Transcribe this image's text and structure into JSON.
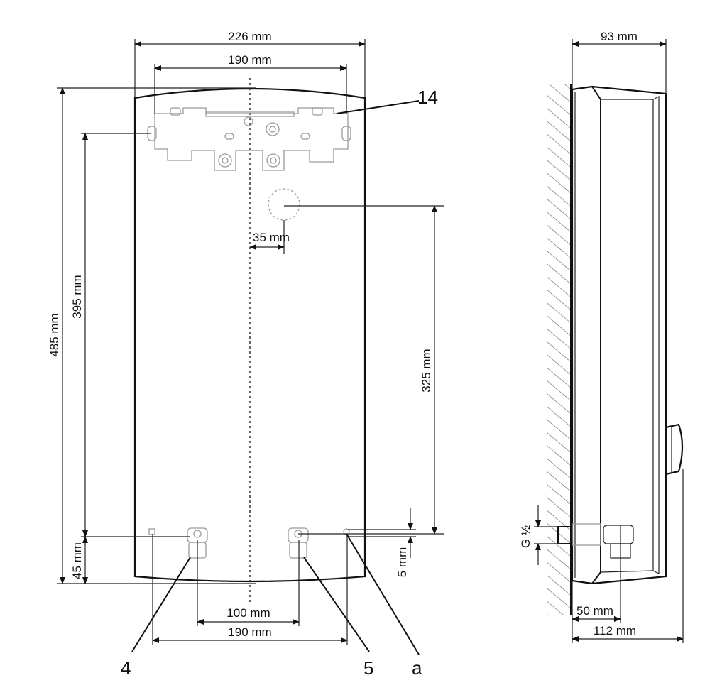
{
  "front_view": {
    "width_outer": "226 mm",
    "width_bracket": "190 mm",
    "height_total": "485 mm",
    "height_bracket": "395 mm",
    "height_connection": "325 mm",
    "offset_center": "35 mm",
    "bottom_connection": "45 mm",
    "connection_offset": "5 mm",
    "spacing_inner": "100 mm",
    "spacing_outer": "190 mm"
  },
  "side_view": {
    "depth": "93 mm",
    "thread": "G ½",
    "depth_connection": "50 mm",
    "depth_total": "112 mm"
  },
  "callouts": {
    "bracket": "14",
    "cold_water": "4",
    "hot_water": "5",
    "aux": "a"
  }
}
